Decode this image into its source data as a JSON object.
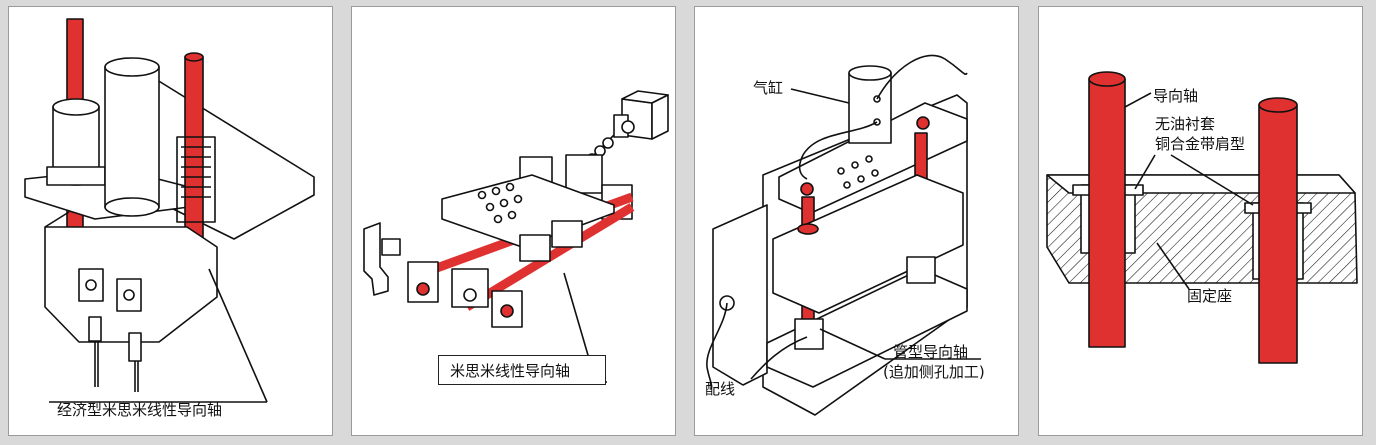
{
  "colors": {
    "rod": "#e03131",
    "line": "#111111",
    "background": "#d9d9d9"
  },
  "panels": [
    {
      "id": "economy-linear-shaft",
      "labels": [
        "经济型米思米线性导向轴"
      ]
    },
    {
      "id": "linear-shaft",
      "labels": [
        "米思米线性导向轴"
      ]
    },
    {
      "id": "tubular-shaft",
      "labels": [
        "气缸",
        "管型导向轴",
        "(追加侧孔加工)",
        "配线"
      ]
    },
    {
      "id": "bushing-section",
      "labels": [
        "导向轴",
        "无油衬套",
        "铜合金带肩型",
        "固定座"
      ]
    }
  ]
}
